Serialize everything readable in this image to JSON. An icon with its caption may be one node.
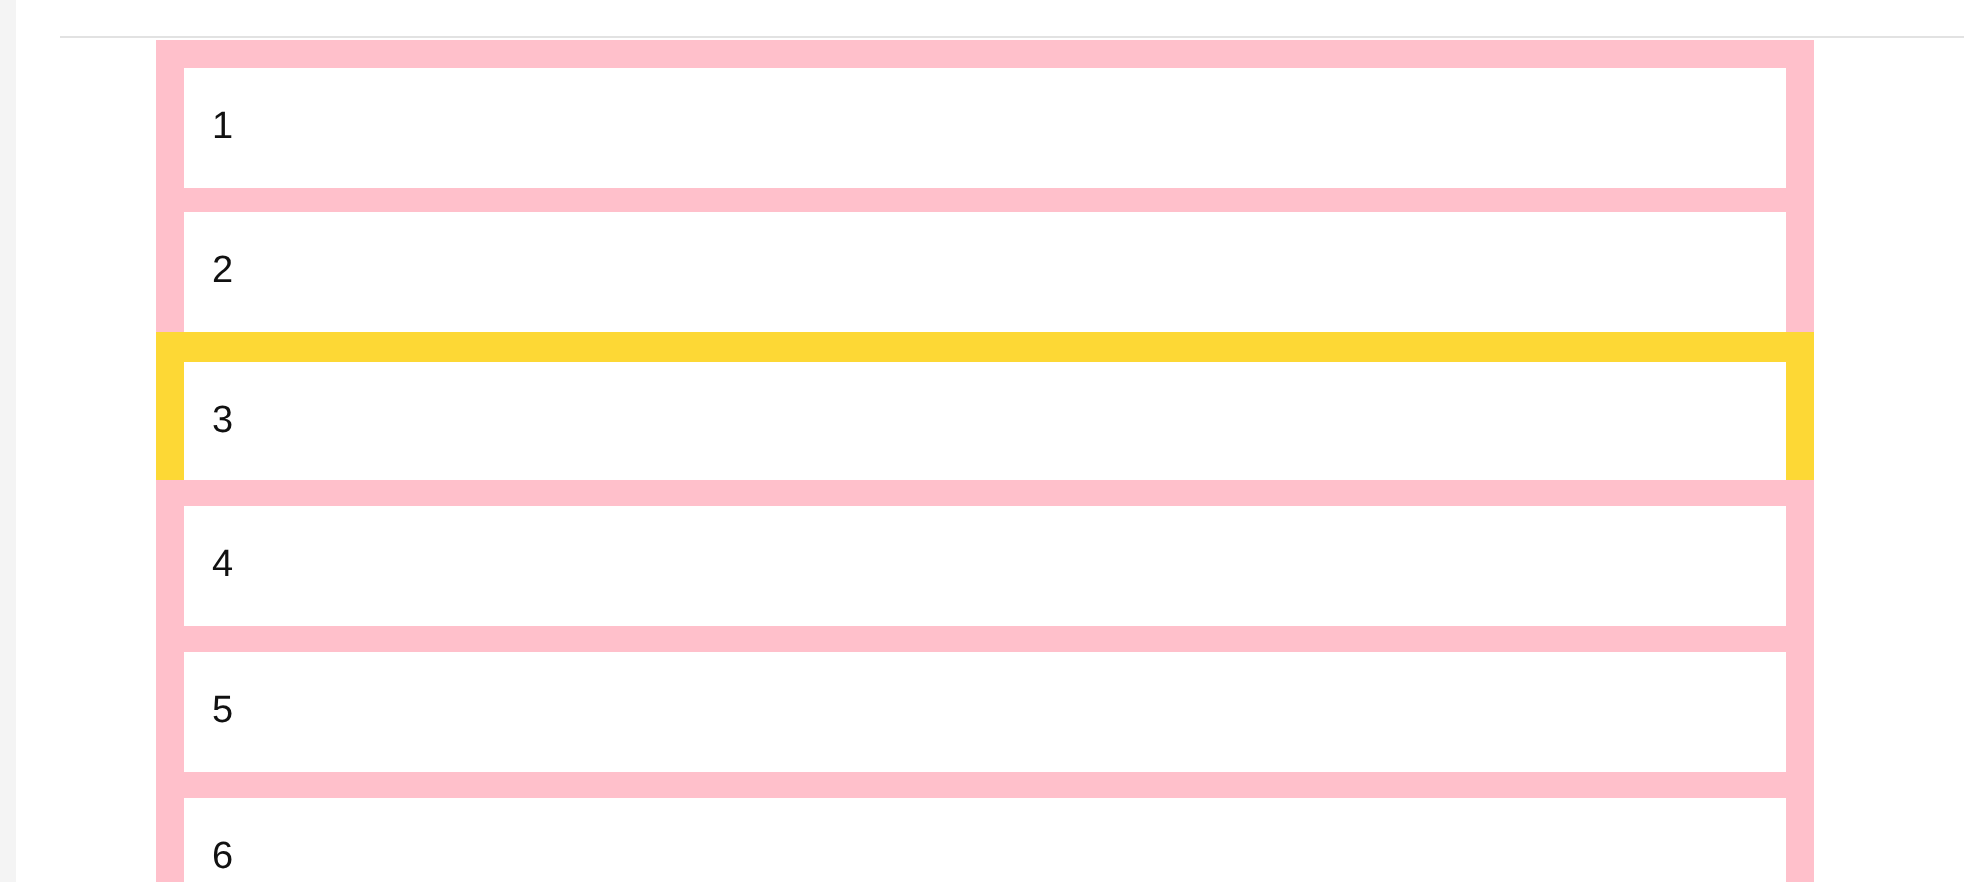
{
  "diagram": {
    "nodes": [
      {
        "text": [],
        "shape": "box"
      },
      {
        "text": [
          "1"
        ],
        "in": 0
      },
      {
        "text": [
          "2"
        ],
        "in": 0
      },
      {
        "text": [
          "3"
        ],
        "in": 0
      },
      {
        "text": [
          "4"
        ],
        "in": 0
      },
      {
        "text": [
          "5"
        ],
        "in": 0
      },
      {
        "text": [
          "6"
        ],
        "in": 0
      }
    ]
  }
}
